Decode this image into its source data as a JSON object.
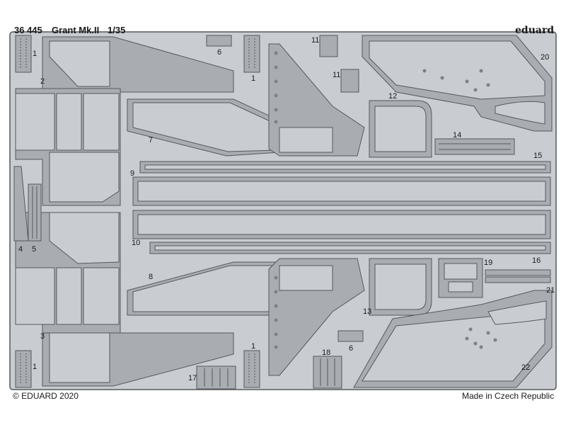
{
  "header": {
    "product_code": "36 445",
    "product_name": "Grant Mk.II",
    "scale": "1/35",
    "brand": "eduard"
  },
  "footer": {
    "copyright": "© EDUARD 2020",
    "origin": "Made in Czech Republic"
  },
  "part_numbers": [
    "1",
    "1",
    "1",
    "1",
    "2",
    "3",
    "4",
    "5",
    "6",
    "6",
    "7",
    "8",
    "9",
    "10",
    "11",
    "11",
    "12",
    "13",
    "14",
    "15",
    "16",
    "17",
    "18",
    "19",
    "20",
    "21",
    "22"
  ],
  "colors": {
    "fret": "#c9cdd2",
    "part": "#a9adb2",
    "line": "#55595e",
    "hole": "#7d8186"
  }
}
